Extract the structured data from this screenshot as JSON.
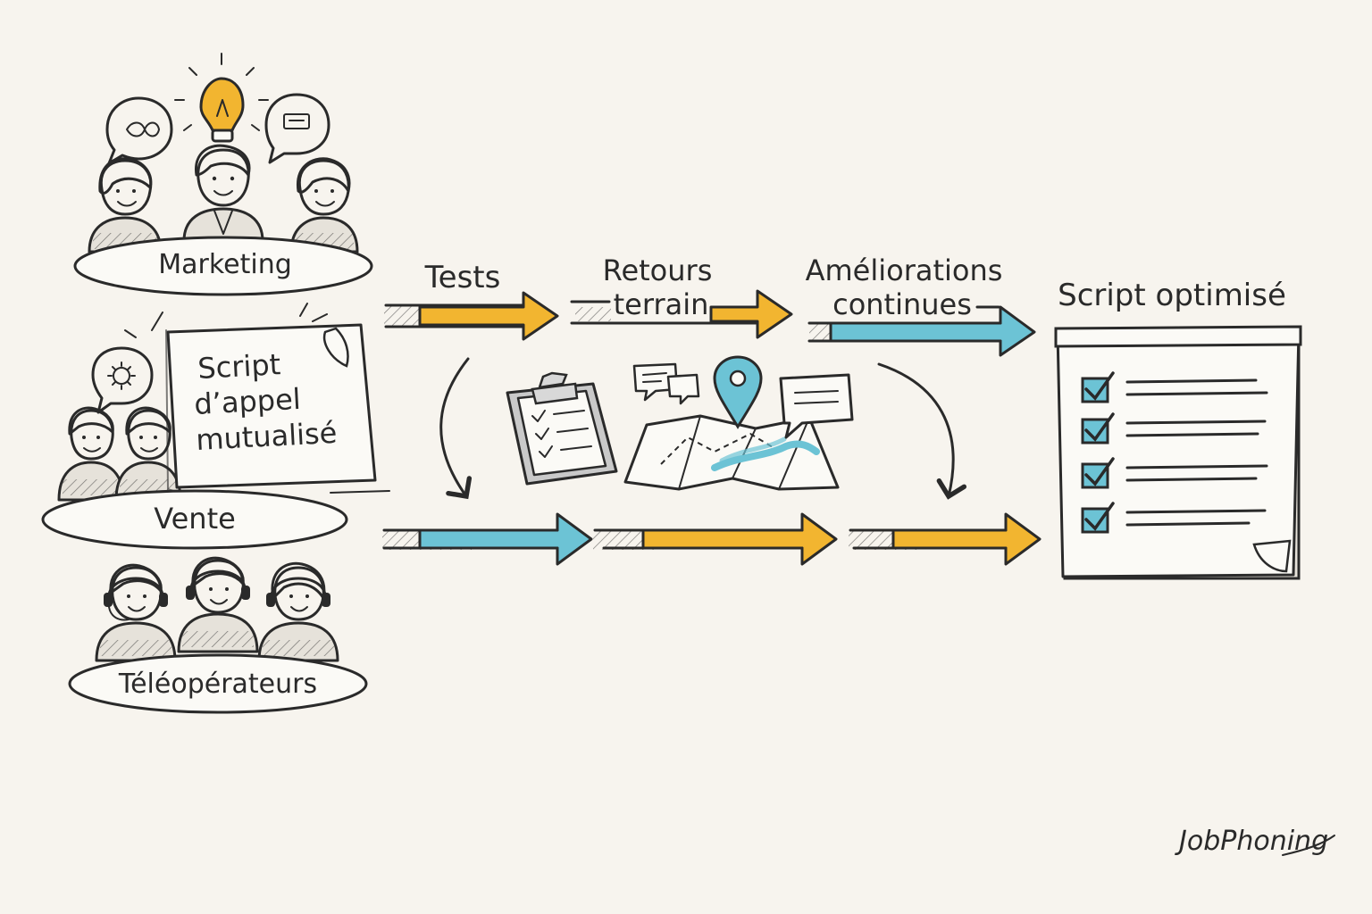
{
  "colors": {
    "accent_yellow": "#f2b530",
    "accent_blue": "#6cc3d5",
    "ink": "#2a2a2a",
    "background": "#f7f4ee"
  },
  "teams": {
    "marketing": "Marketing",
    "vente": "Vente",
    "teleoperateurs": "Téléopérateurs"
  },
  "central_script": {
    "line1": "Script",
    "line2": "d’appel",
    "line3": "mutualisé"
  },
  "steps": {
    "tests": "Tests",
    "retours_line1": "Retours",
    "retours_line2": "terrain",
    "ameliorations_line1": "Améliorations",
    "ameliorations_line2": "continues"
  },
  "result": {
    "title": "Script optimisé"
  },
  "brand": {
    "logo": "JobPhoning"
  },
  "icons": [
    "lightbulb-icon",
    "chat-bubble-icon",
    "gear-icon",
    "clipboard-icon",
    "map-icon",
    "location-pin-icon",
    "checkbox-icon",
    "headset-icon"
  ]
}
